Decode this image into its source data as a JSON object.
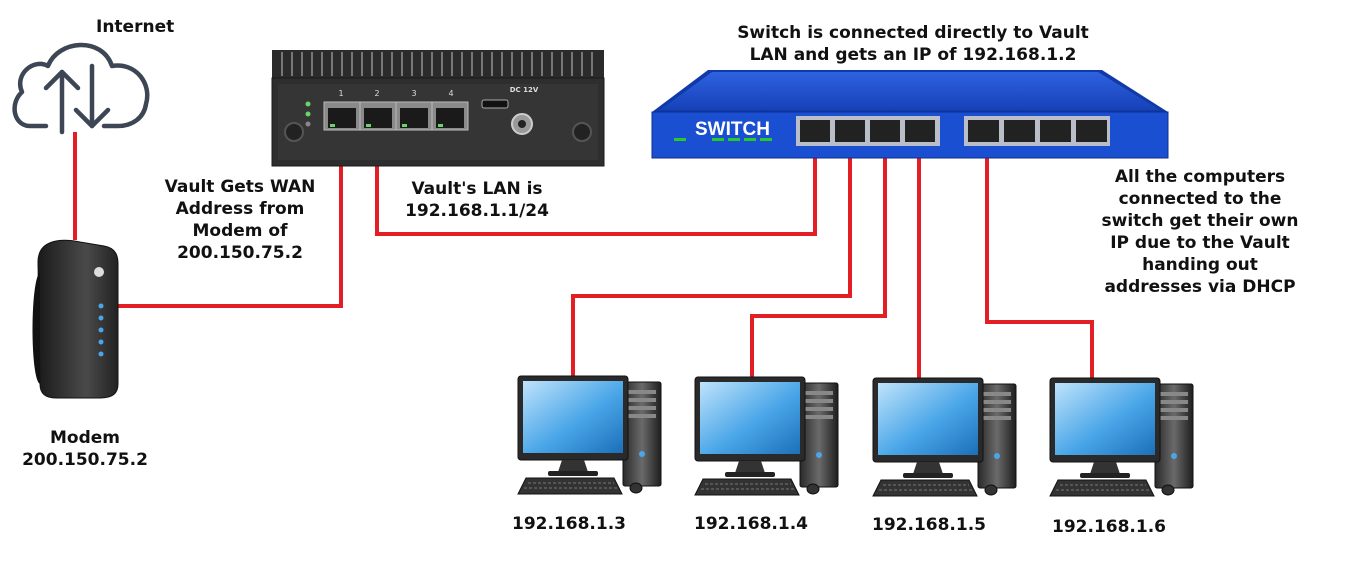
{
  "labels": {
    "internet": "Internet",
    "switch_note": [
      "Switch is connected directly to Vault",
      "LAN and gets an IP of 192.168.1.2"
    ],
    "vault_wan": [
      "Vault Gets WAN",
      "Address from",
      "Modem of",
      "200.150.75.2"
    ],
    "vault_lan": [
      "Vault's LAN is",
      "192.168.1.1/24"
    ],
    "modem": [
      "Modem",
      "200.150.75.2"
    ],
    "computers_note": [
      "All the computers",
      "connected to the",
      "switch get their own",
      "IP due to the Vault",
      "handing out",
      "addresses via DHCP"
    ]
  },
  "devices": {
    "switch_label": "SWITCH",
    "vault_ports": [
      "1",
      "2",
      "3",
      "4"
    ],
    "vault_power": "DC 12V",
    "computers": [
      {
        "ip": "192.168.1.3"
      },
      {
        "ip": "192.168.1.4"
      },
      {
        "ip": "192.168.1.5"
      },
      {
        "ip": "192.168.1.6"
      }
    ]
  },
  "colors": {
    "cable": "#e31e24",
    "switch_body": "#1b4fd1",
    "vault_body": "#2b2b2b",
    "monitor_screen": "#4aa6e8"
  }
}
